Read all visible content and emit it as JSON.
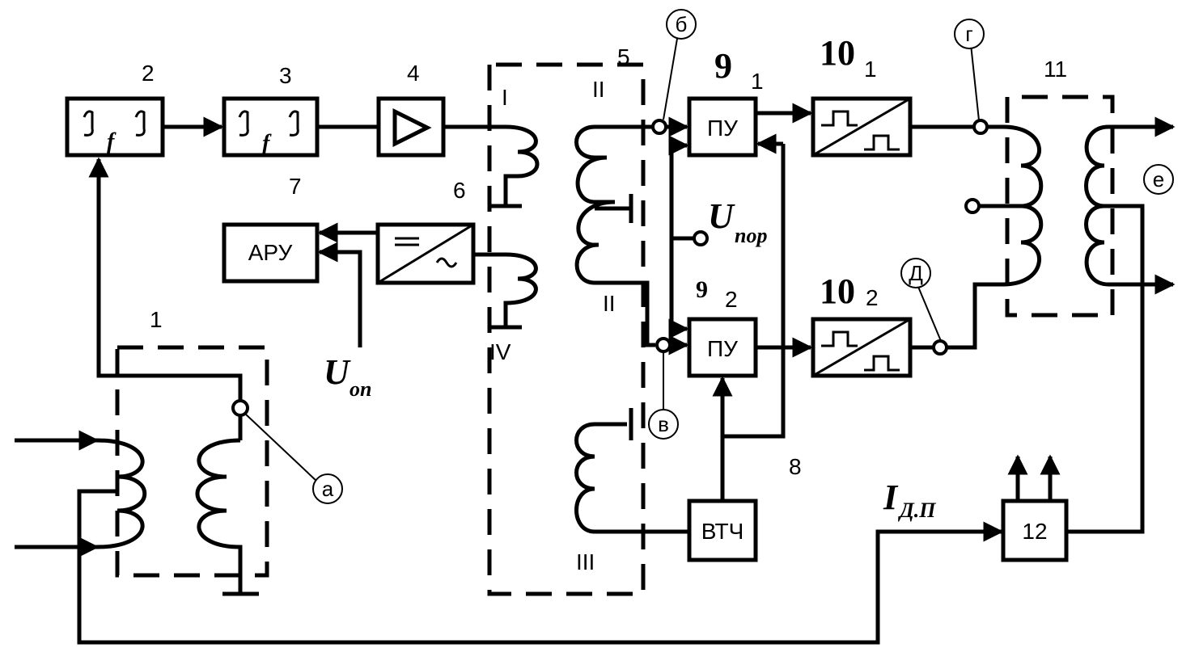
{
  "blocks": {
    "filter1_label": "2",
    "filter2_label": "3",
    "amp_label": "4",
    "transformer_label": "5",
    "rectifier_label": "6",
    "agc_number": "7",
    "agc_text": "АРУ",
    "input_transformer_label": "1",
    "pu1_text": "ПУ",
    "pu2_text": "ПУ",
    "pu1_number": "9",
    "pu1_subscript": "1",
    "pu2_number": "9",
    "pu2_subscript": "2",
    "conv1_number": "10",
    "conv1_subscript": "1",
    "conv2_number": "10",
    "conv2_subscript": "2",
    "output_transformer_label": "11",
    "vtch_text": "ВТЧ",
    "vtch_number": "8",
    "block12_text": "12",
    "filter_symbol": "f"
  },
  "windings": {
    "w1": "I",
    "w2a": "II",
    "w2b": "II",
    "w3": "III",
    "w4": "IV"
  },
  "points": {
    "a": "а",
    "b": "б",
    "v": "в",
    "g": "г",
    "d": "Д",
    "e": "е"
  },
  "signals": {
    "u_op_main": "U",
    "u_op_sub": "оп",
    "u_por_main": "U",
    "u_por_sub": "пор",
    "i_dp_main": "I",
    "i_dp_sub": "Д.П"
  }
}
